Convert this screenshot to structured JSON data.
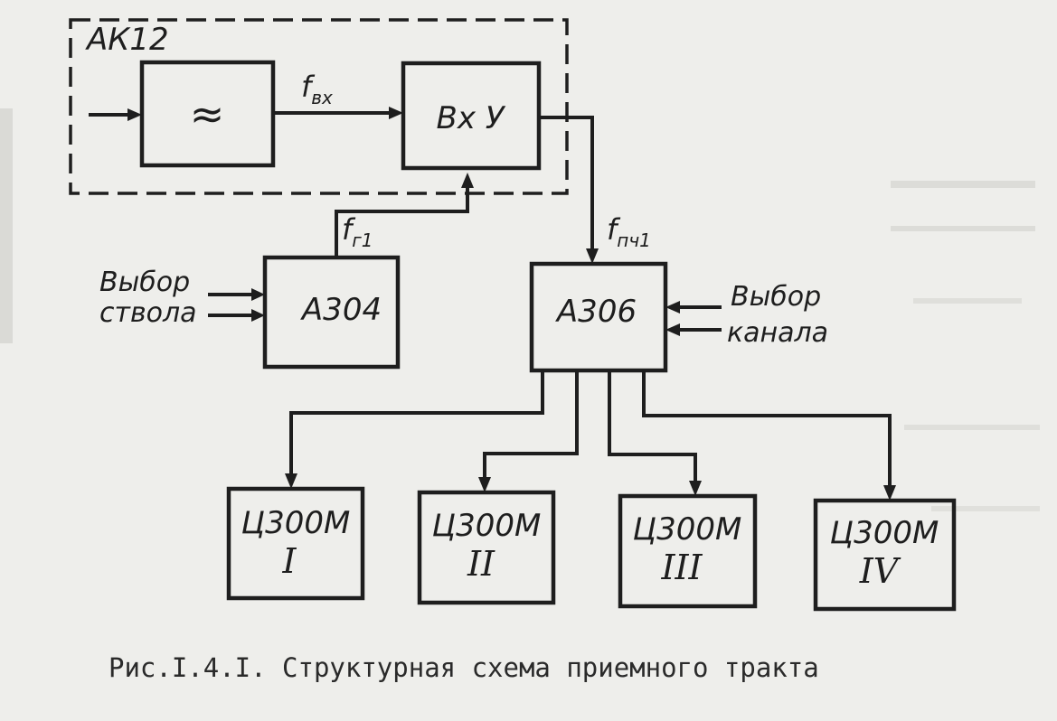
{
  "outer_group": {
    "label": "АК12"
  },
  "blocks": {
    "converter": {
      "symbol": "≈"
    },
    "input_device": {
      "label": "Вх У"
    },
    "a304": {
      "label": "А304"
    },
    "a306": {
      "label": "А306"
    },
    "decoders": [
      {
        "label": "Ц300М",
        "number": "I"
      },
      {
        "label": "Ц300М",
        "number": "II"
      },
      {
        "label": "Ц300М",
        "number": "III"
      },
      {
        "label": "Ц300М",
        "number": "IV"
      }
    ]
  },
  "signals": {
    "f_in": {
      "main": "f",
      "sub": "вх"
    },
    "f_g1": {
      "main": "f",
      "sub": "г1"
    },
    "f_if1": {
      "main": "f",
      "sub": "пч1"
    }
  },
  "inputs": {
    "trunk_select": {
      "line1": "Выбор",
      "line2": "ствола"
    },
    "channel_select": {
      "line1": "Выбор",
      "line2": "канала"
    }
  },
  "caption": "Рис.I.4.I. Структурная схема приемного тракта"
}
